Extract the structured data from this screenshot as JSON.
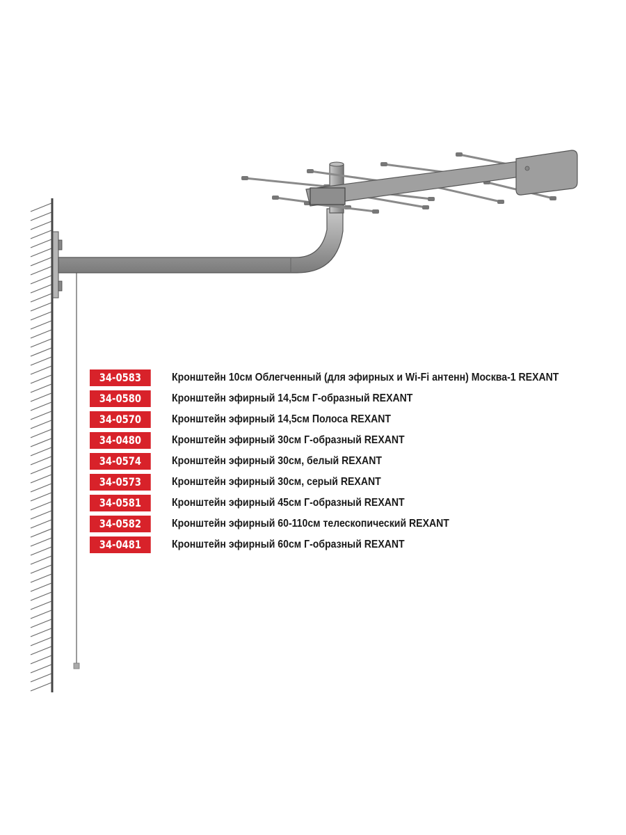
{
  "products": [
    {
      "sku": "34-0583",
      "name": "Кронштейн 10см Облегченный (для эфирных и Wi-Fi антенн) Москва-1 REXANT"
    },
    {
      "sku": "34-0580",
      "name": "Кронштейн эфирный 14,5см Г-образный REXANT"
    },
    {
      "sku": "34-0570",
      "name": "Кронштейн эфирный 14,5см Полоса  REXANT"
    },
    {
      "sku": "34-0480",
      "name": "Кронштейн эфирный 30см Г-образный REXANT"
    },
    {
      "sku": "34-0574",
      "name": "Кронштейн эфирный 30см, белый  REXANT"
    },
    {
      "sku": "34-0573",
      "name": "Кронштейн эфирный 30см, серый  REXANT"
    },
    {
      "sku": "34-0581",
      "name": "Кронштейн эфирный 45см Г-образный REXANT"
    },
    {
      "sku": "34-0582",
      "name": "Кронштейн эфирный 60-110см телескопический REXANT"
    },
    {
      "sku": "34-0481",
      "name": "Кронштейн эфирный 60см Г-образный REXANT"
    }
  ],
  "colors": {
    "badge": "#d8222a",
    "metal": "#9a9a9a",
    "outline": "#555555"
  }
}
